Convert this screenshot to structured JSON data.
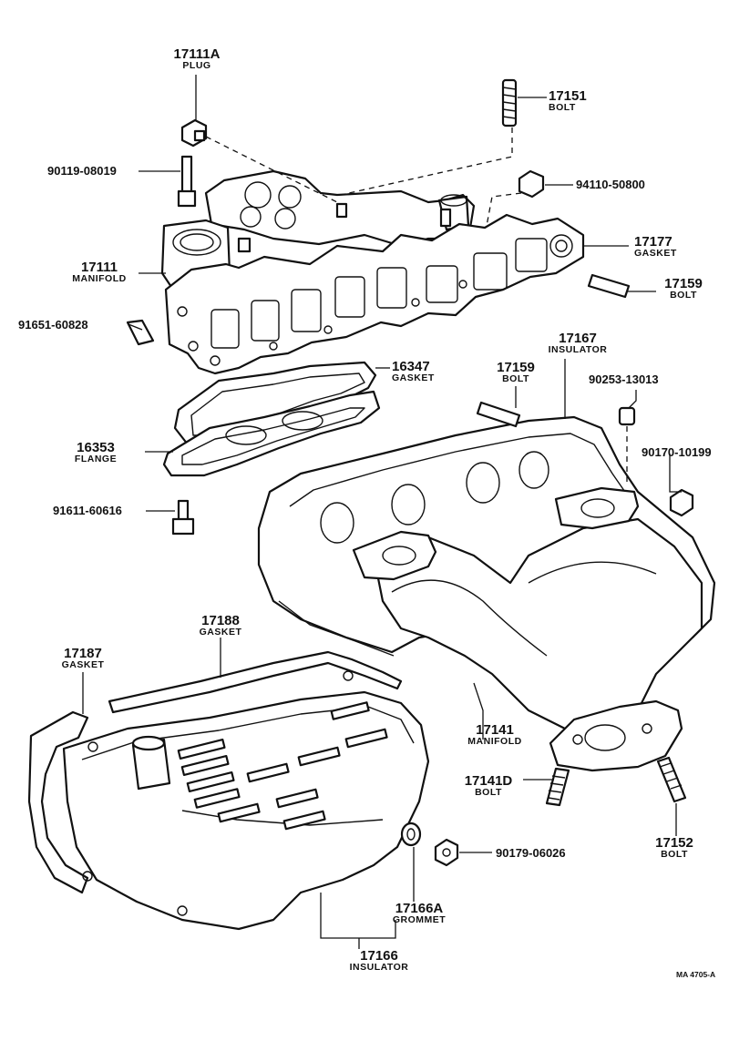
{
  "diagram_code": "MA 4705-A",
  "parts": {
    "p17111A": {
      "number": "17111A",
      "name": "PLUG"
    },
    "p17151": {
      "number": "17151",
      "name": "BOLT"
    },
    "p90119": {
      "number": "90119-08019"
    },
    "p94110": {
      "number": "94110-50800"
    },
    "p17177": {
      "number": "17177",
      "name": "GASKET"
    },
    "p17111": {
      "number": "17111",
      "name": "MANIFOLD"
    },
    "p17159a": {
      "number": "17159",
      "name": "BOLT"
    },
    "p91651": {
      "number": "91651-60828"
    },
    "p16347": {
      "number": "16347",
      "name": "GASKET"
    },
    "p17167": {
      "number": "17167",
      "name": "INSULATOR"
    },
    "p17159b": {
      "number": "17159",
      "name": "BOLT"
    },
    "p90253": {
      "number": "90253-13013"
    },
    "p16353": {
      "number": "16353",
      "name": "FLANGE"
    },
    "p90170": {
      "number": "90170-10199"
    },
    "p91611": {
      "number": "91611-60616"
    },
    "p17188": {
      "number": "17188",
      "name": "GASKET"
    },
    "p17187": {
      "number": "17187",
      "name": "GASKET"
    },
    "p17141": {
      "number": "17141",
      "name": "MANIFOLD"
    },
    "p17141D": {
      "number": "17141D",
      "name": "BOLT"
    },
    "p17152": {
      "number": "17152",
      "name": "BOLT"
    },
    "p90179": {
      "number": "90179-06026"
    },
    "p17166A": {
      "number": "17166A",
      "name": "GROMMET"
    },
    "p17166": {
      "number": "17166",
      "name": "INSULATOR"
    }
  }
}
